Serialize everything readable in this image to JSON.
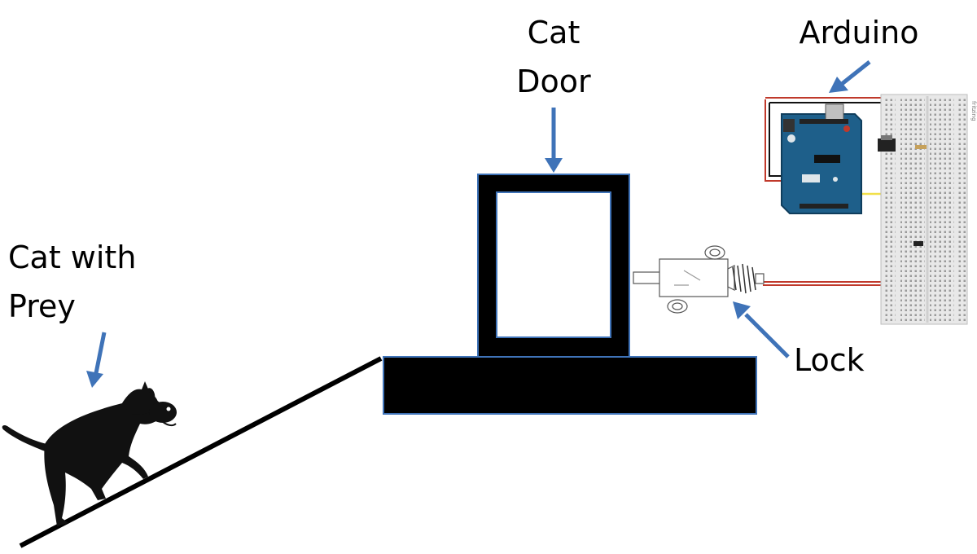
{
  "labels": {
    "cat_door": [
      "Cat",
      "Door"
    ],
    "arduino": "Arduino",
    "cat_with_prey": [
      "Cat with",
      "Prey"
    ],
    "lock": "Lock"
  },
  "colors": {
    "arrow": "#3f73b8",
    "wire_red": "#c0392b",
    "wire_black": "#111111",
    "wire_yellow": "#f1e04a",
    "arduino_board": "#1e5f8a",
    "breadboard": "#e8e8e8"
  },
  "icons": {
    "cat": "cat-silhouette-with-prey",
    "door": "cat-door-frame",
    "lock": "solenoid-lock",
    "arduino": "arduino-uno-board",
    "breadboard": "breadboard"
  }
}
